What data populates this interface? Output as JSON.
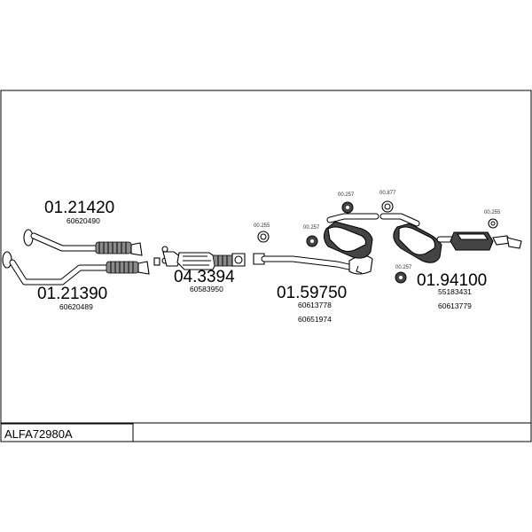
{
  "diagram_code": "ALFA72980A",
  "parts": [
    {
      "id": "p1",
      "number": "01.21420",
      "oem": [
        "60620490"
      ]
    },
    {
      "id": "p2",
      "number": "01.21390",
      "oem": [
        "60620489"
      ]
    },
    {
      "id": "p3",
      "number": "04.3394",
      "oem": [
        "60583950"
      ]
    },
    {
      "id": "p4",
      "number": "01.59750",
      "oem": [
        "60613778",
        "60651974"
      ]
    },
    {
      "id": "p5",
      "number": "01.94100",
      "oem": [
        "55183431",
        "60613779"
      ]
    }
  ],
  "hardware_labels": {
    "h1": "00.255",
    "h2": "00.257",
    "h3": "00.257",
    "h4": "00.877",
    "h5": "00.257",
    "h6": "00.255"
  }
}
